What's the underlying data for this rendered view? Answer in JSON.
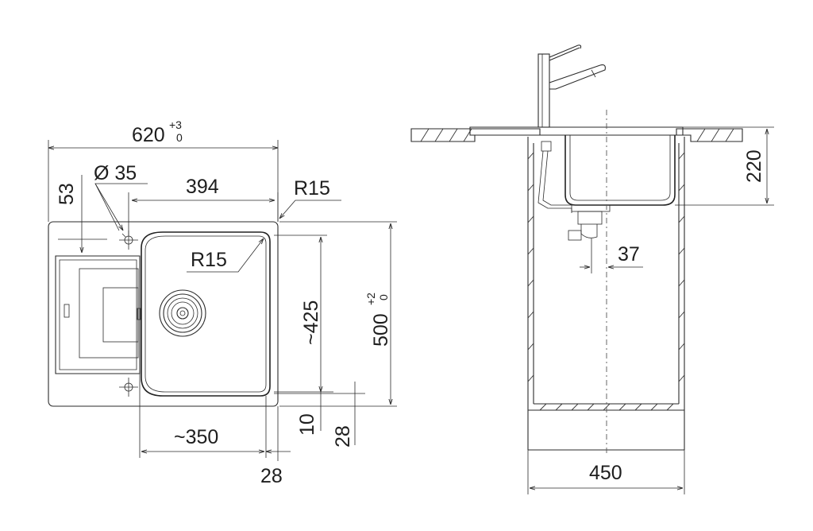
{
  "top_view": {
    "overall_width": {
      "value": "620",
      "tol_upper": "+3",
      "tol_lower": "0"
    },
    "tap_hole_diameter": "Ø 35",
    "hole_offset": "53",
    "bowl_width": "394",
    "outer_radius": "R15",
    "bowl_radius": "R15",
    "bowl_length": "~425",
    "overall_depth": {
      "value": "500",
      "tol_upper": "+2",
      "tol_lower": "0"
    },
    "bowl_inner_width": "~350",
    "edge_offset": "28",
    "bottom_gap": "10",
    "bottom_offset": "28"
  },
  "side_view": {
    "bowl_depth": "220",
    "drain_offset": "37",
    "cabinet_width": "450"
  },
  "colors": {
    "line": "#2a2a2a",
    "background": "#ffffff"
  }
}
